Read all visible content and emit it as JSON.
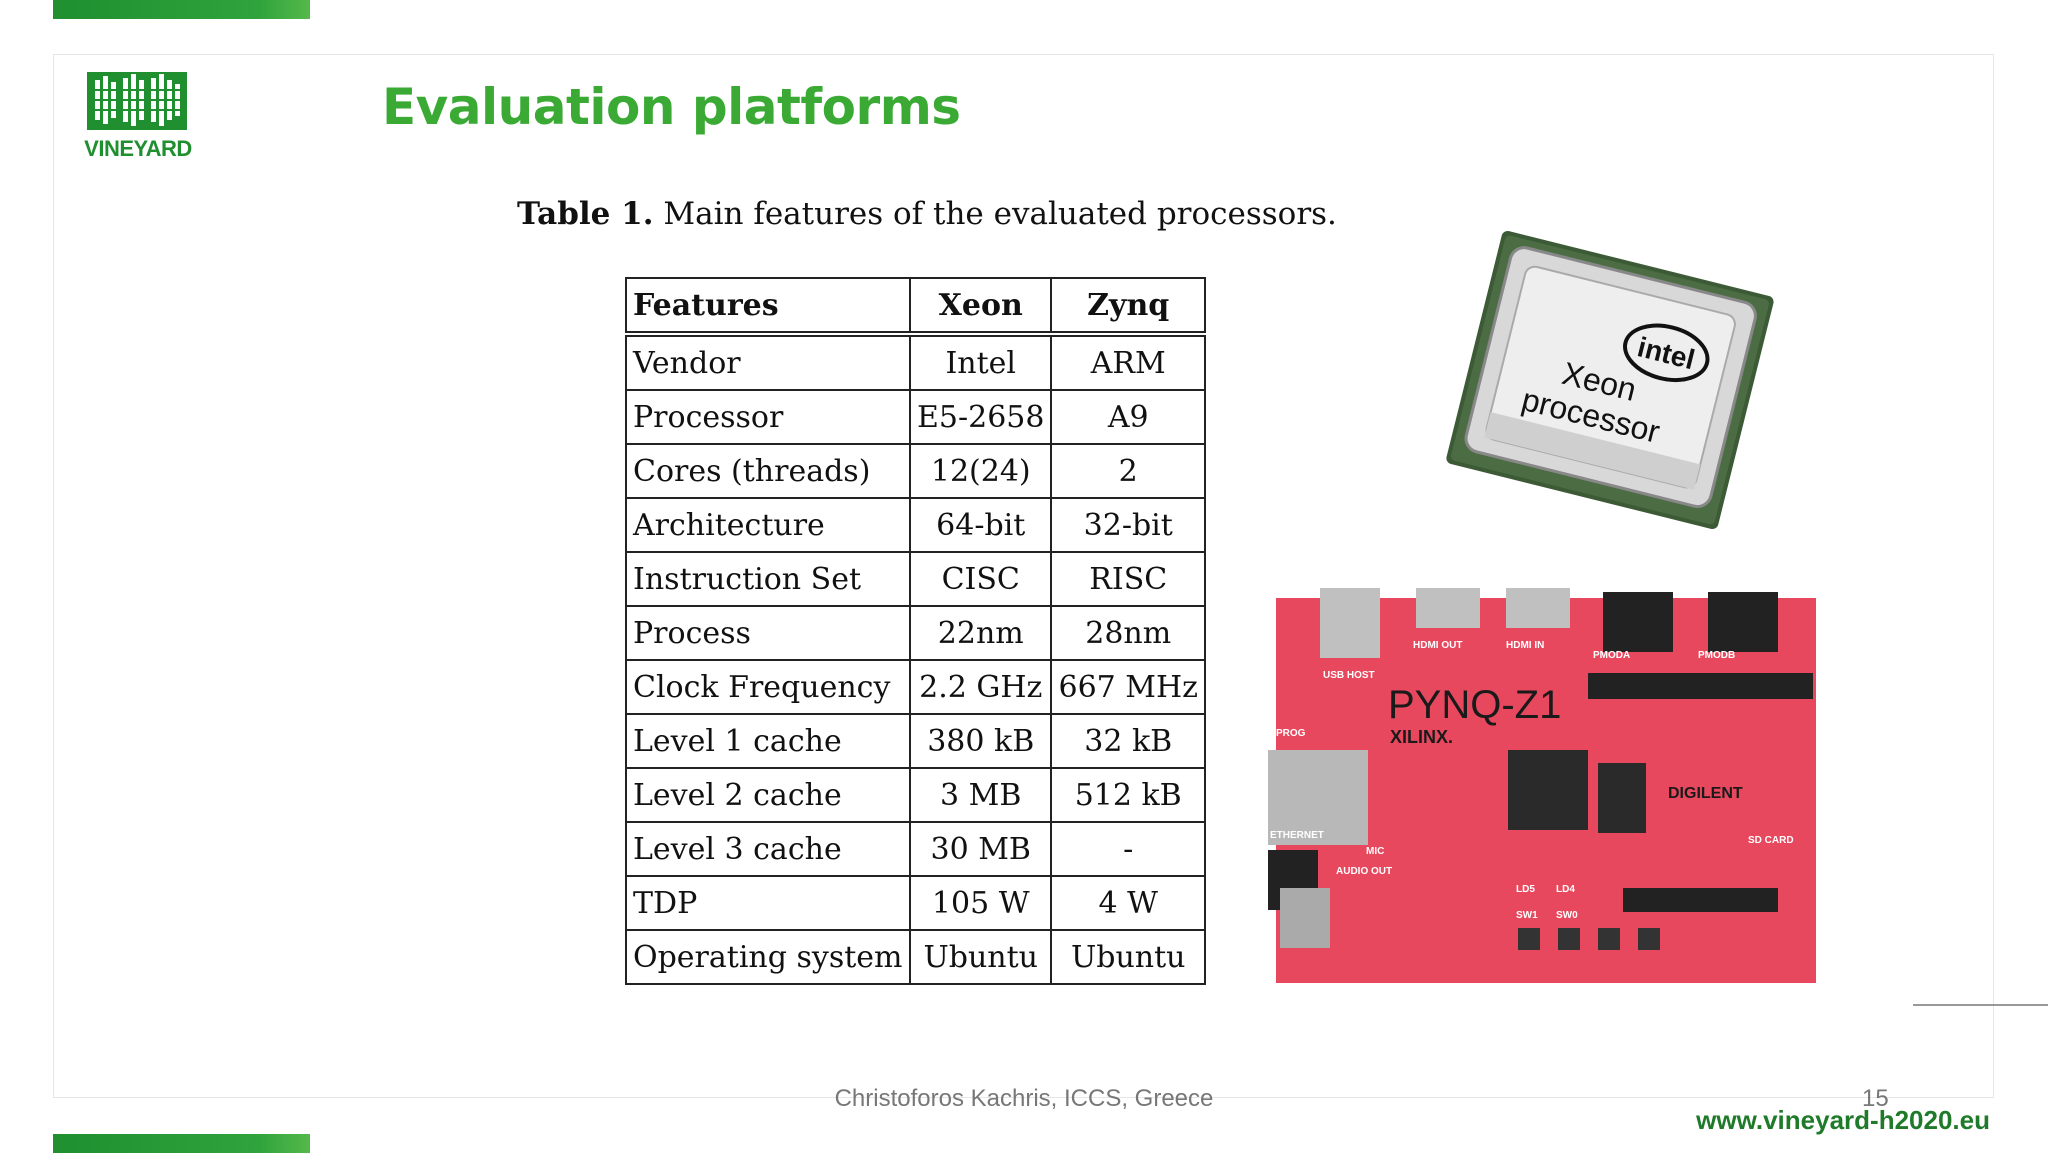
{
  "brand": {
    "logo_text": "VINEYARD",
    "accent": "#3aaa35",
    "dark_green": "#1f8f2f"
  },
  "slide": {
    "title": "Evaluation platforms",
    "caption_label": "Table 1.",
    "caption_text": "Main features of the evaluated processors."
  },
  "table": {
    "headers": [
      "Features",
      "Xeon",
      "Zynq"
    ],
    "rows": [
      [
        "Vendor",
        "Intel",
        "ARM"
      ],
      [
        "Processor",
        "E5-2658",
        "A9"
      ],
      [
        "Cores (threads)",
        "12(24)",
        "2"
      ],
      [
        "Architecture",
        "64-bit",
        "32-bit"
      ],
      [
        "Instruction Set",
        "CISC",
        "RISC"
      ],
      [
        "Process",
        "22nm",
        "28nm"
      ],
      [
        "Clock Frequency",
        "2.2 GHz",
        "667 MHz"
      ],
      [
        "Level 1 cache",
        "380 kB",
        "32 kB"
      ],
      [
        "Level 2 cache",
        "3 MB",
        "512 kB"
      ],
      [
        "Level 3 cache",
        "30 MB",
        "-"
      ],
      [
        "TDP",
        "105 W",
        "4 W"
      ],
      [
        "Operating system",
        "Ubuntu",
        "Ubuntu"
      ]
    ]
  },
  "images": {
    "cpu": {
      "brand": "intel",
      "line1": "Xeon",
      "line2": "processor"
    },
    "board": {
      "name": "PYNQ-Z1",
      "maker": "XILINX.",
      "vendor": "DIGILENT",
      "labels": [
        "USB HOST",
        "HDMI OUT",
        "HDMI IN",
        "PMODA",
        "PMODB",
        "ETHERNET",
        "MIC",
        "AUDIO OUT",
        "SD CARD",
        "LD5",
        "LD4",
        "SW1",
        "SW0",
        "PROG"
      ]
    }
  },
  "footer": {
    "author": "Christoforos Kachris, ICCS, Greece",
    "page_number": "15",
    "website": "www.vineyard-h2020.eu"
  }
}
